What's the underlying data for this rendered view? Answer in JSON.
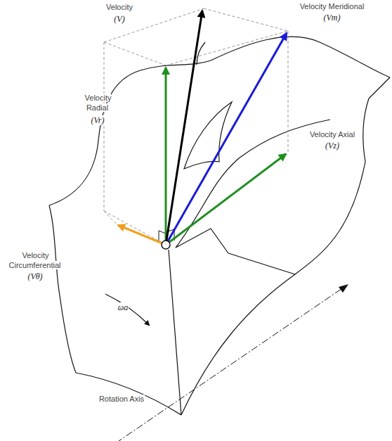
{
  "diagram": {
    "labels": [
      "Velocity",
      "(V)",
      "Velocity Meridional",
      "(Vm)",
      "Velocity Radial",
      "(Vr)",
      "Velocity Axial",
      "(Vz)",
      "Velocity Circumferential",
      "(Vθ)",
      "ωa",
      "Rotation Axis"
    ]
  }
}
